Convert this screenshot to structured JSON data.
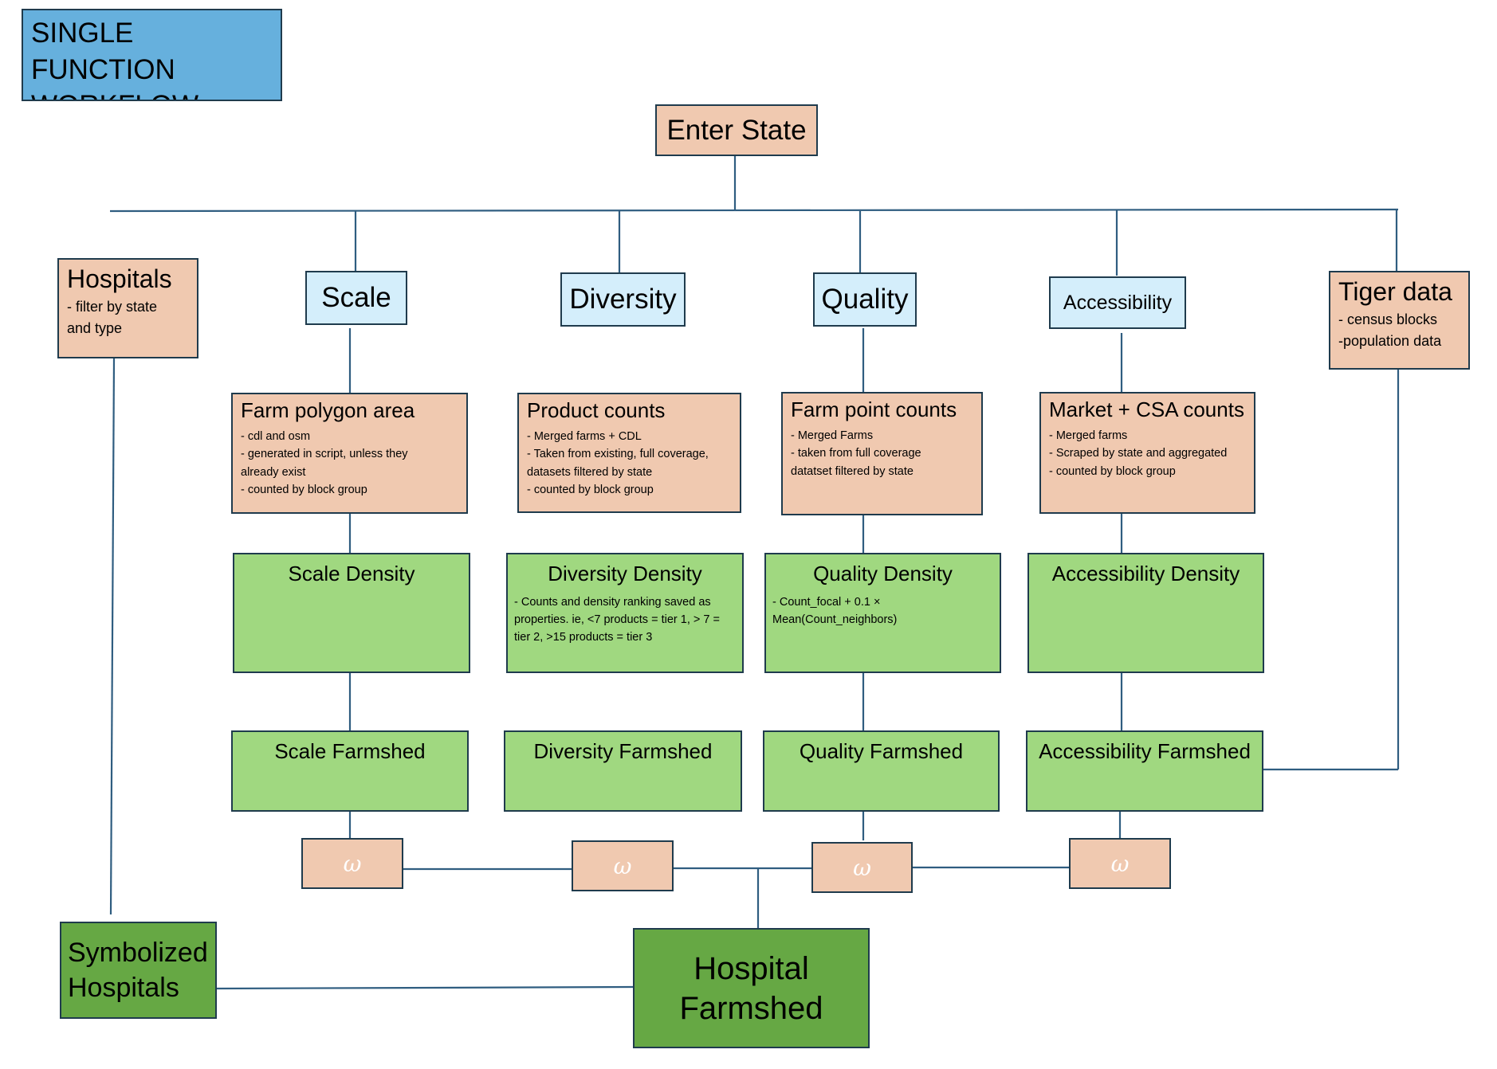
{
  "workflow_title": "SINGLE FUNCTION WORKFLOW",
  "enter_state": "Enter State",
  "hospitals": {
    "title": "Hospitals",
    "lines": [
      "- filter by state",
      "and type"
    ]
  },
  "tiger": {
    "title": "Tiger data",
    "lines": [
      "- census blocks",
      "-population data"
    ]
  },
  "categories": [
    "Scale",
    "Diversity",
    "Quality",
    "Accessibility"
  ],
  "data_boxes": [
    {
      "title": "Farm polygon area",
      "lines": [
        "- cdl and osm",
        "- generated in script, unless they",
        "already exist",
        "- counted by block group"
      ]
    },
    {
      "title": "Product counts",
      "lines": [
        "- Merged farms + CDL",
        "- Taken from existing, full coverage,",
        "datasets filtered by state",
        "- counted by block group"
      ]
    },
    {
      "title": "Farm point counts",
      "lines": [
        "- Merged Farms",
        "- taken from full coverage",
        "datatset filtered by state"
      ]
    },
    {
      "title": "Market + CSA counts",
      "lines": [
        "- Merged farms",
        "- Scraped by state and aggregated",
        "- counted by block group"
      ]
    }
  ],
  "density_boxes": [
    {
      "title": "Scale Density",
      "text": ""
    },
    {
      "title": "Diversity Density",
      "text": "- Counts and density ranking saved as properties. ie, <7 products = tier 1, > 7 = tier 2, >15 products = tier 3"
    },
    {
      "title": "Quality Density",
      "text": "- Count_focal + 0.1 × Mean(Count_neighbors)"
    },
    {
      "title": "Accessibility Density",
      "text": ""
    }
  ],
  "farmshed_boxes": [
    "Scale Farmshed",
    "Diversity Farmshed",
    "Quality Farmshed",
    "Accessibility Farmshed"
  ],
  "weight_symbol": "ω",
  "symbolized_hospitals": "Symbolized Hospitals",
  "hospital_farmshed": "Hospital Farmshed",
  "colors": {
    "title_box": "#66b0dd",
    "input_box": "#f0c9b0",
    "category_box": "#d4eefb",
    "process_box": "#a0d880",
    "output_box": "#66a844",
    "connector": "#2f5d80"
  }
}
